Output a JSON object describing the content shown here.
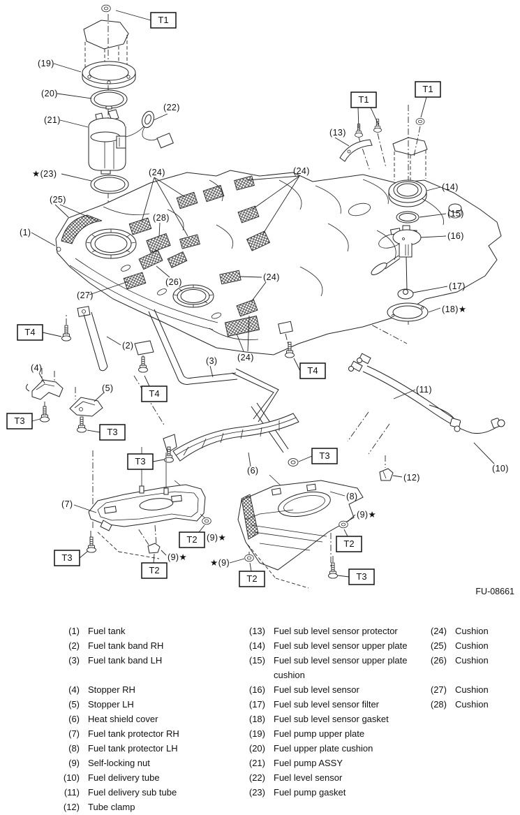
{
  "figure": {
    "code": "FU-08661"
  },
  "diagram": {
    "torque": {
      "t1": "T1",
      "t2": "T2",
      "t3": "T3",
      "t4": "T4"
    },
    "callouts": {
      "c1": "(1)",
      "c2": "(2)",
      "c3": "(3)",
      "c4": "(4)",
      "c5": "(5)",
      "c6": "(6)",
      "c7": "(7)",
      "c8": "(8)",
      "c10": "(10)",
      "c11": "(11)",
      "c12": "(12)",
      "c13": "(13)",
      "c14": "(14)",
      "c15": "(15)",
      "c16": "(16)",
      "c17": "(17)",
      "c19": "(19)",
      "c20": "(20)",
      "c21": "(21)",
      "c22": "(22)",
      "c24": "(24)",
      "c25": "(25)",
      "c26": "(26)",
      "c27": "(27)",
      "c28": "(28)",
      "c23_star": "★(23)",
      "c18_star": "(18)★",
      "c9_star_right": "(9)★",
      "c9_star_left": "★(9)"
    }
  },
  "legend": {
    "col1": [
      {
        "num": "(1)",
        "label": "Fuel tank"
      },
      {
        "num": "(2)",
        "label": "Fuel tank band RH"
      },
      {
        "num": "(3)",
        "label": "Fuel tank band LH"
      },
      {
        "num": "(4)",
        "label": "Stopper RH"
      },
      {
        "num": "(5)",
        "label": "Stopper LH"
      },
      {
        "num": "(6)",
        "label": "Heat shield cover"
      },
      {
        "num": "(7)",
        "label": "Fuel tank protector RH"
      },
      {
        "num": "(8)",
        "label": "Fuel tank protector LH"
      },
      {
        "num": "(9)",
        "label": "Self-locking nut"
      },
      {
        "num": "(10)",
        "label": "Fuel delivery tube"
      },
      {
        "num": "(11)",
        "label": "Fuel delivery sub tube"
      },
      {
        "num": "(12)",
        "label": "Tube clamp"
      }
    ],
    "col2": [
      {
        "num": "(13)",
        "label": "Fuel sub level sensor protector"
      },
      {
        "num": "(14)",
        "label": "Fuel sub level sensor upper plate"
      },
      {
        "num": "(15)",
        "label": "Fuel sub level sensor upper plate cushion"
      },
      {
        "num": "(16)",
        "label": "Fuel sub level sensor"
      },
      {
        "num": "(17)",
        "label": "Fuel sub level sensor filter"
      },
      {
        "num": "(18)",
        "label": "Fuel sub level sensor gasket"
      },
      {
        "num": "(19)",
        "label": "Fuel pump upper plate"
      },
      {
        "num": "(20)",
        "label": "Fuel upper plate cushion"
      },
      {
        "num": "(21)",
        "label": "Fuel pump ASSY"
      },
      {
        "num": "(22)",
        "label": "Fuel level sensor"
      },
      {
        "num": "(23)",
        "label": "Fuel pump gasket"
      }
    ],
    "col3": [
      {
        "num": "(24)",
        "label": "Cushion"
      },
      {
        "num": "(25)",
        "label": "Cushion"
      },
      {
        "num": "(26)",
        "label": "Cushion"
      },
      {
        "num": "(27)",
        "label": "Cushion"
      },
      {
        "num": "(28)",
        "label": "Cushion"
      }
    ]
  }
}
